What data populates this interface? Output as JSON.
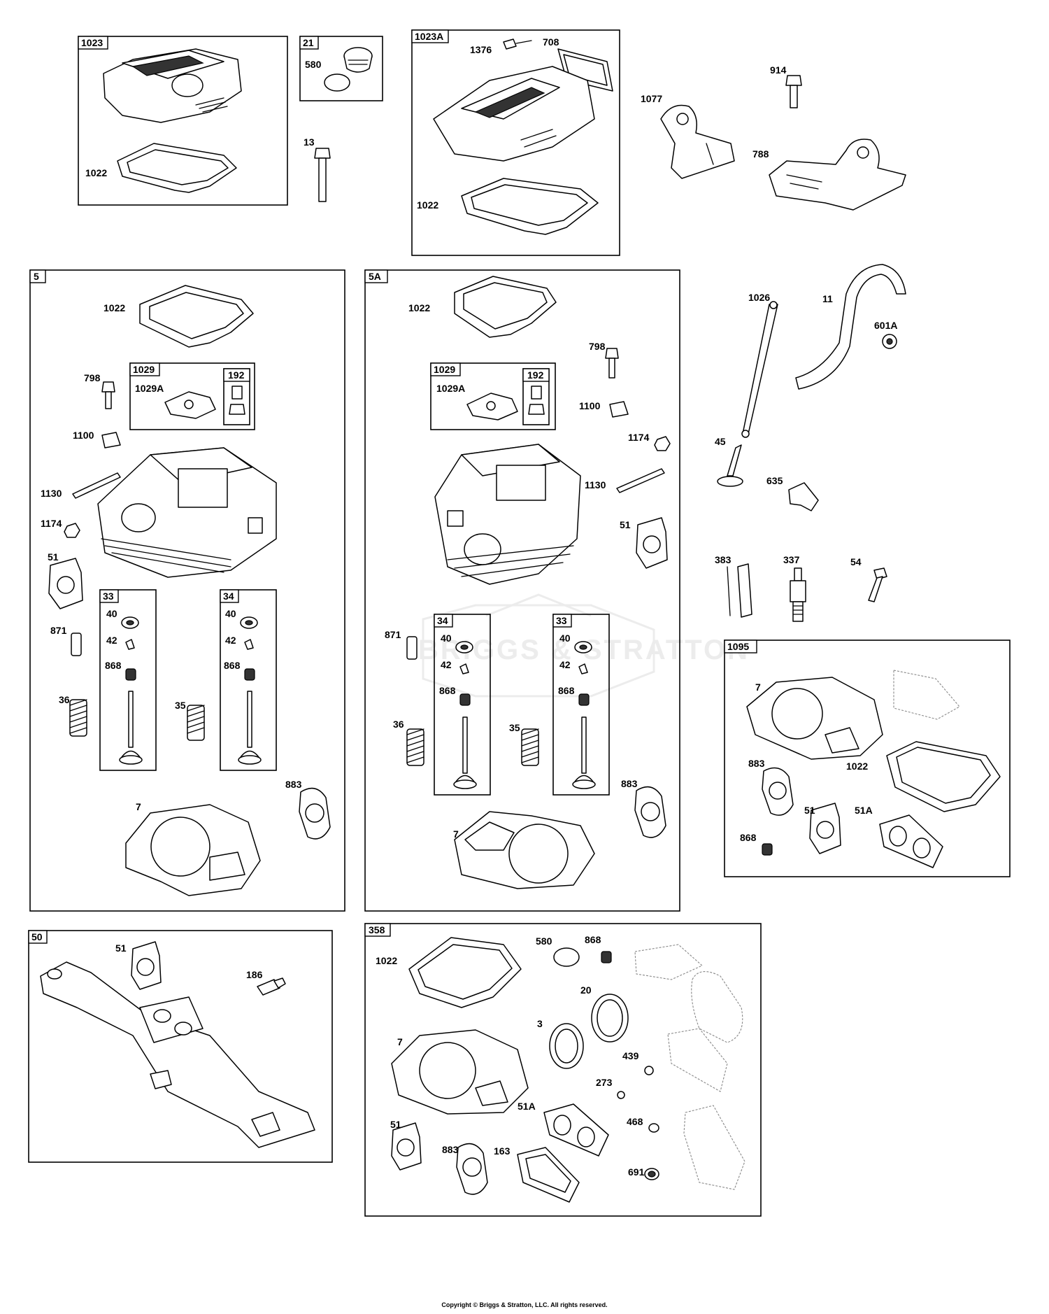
{
  "watermark": "BRIGGS & STRATTON",
  "copyright": "Copyright © Briggs & Stratton, LLC. All rights reserved.",
  "groups": [
    {
      "id": "g1023",
      "tag": "1023",
      "labels": [
        "1022"
      ]
    },
    {
      "id": "g21",
      "tag": "21",
      "labels": [
        "580"
      ]
    },
    {
      "id": "g1023a",
      "tag": "1023A",
      "labels": [
        "1376",
        "708",
        "1022"
      ]
    },
    {
      "id": "g5",
      "tag": "5",
      "labels": [
        "1022",
        "798",
        "1100",
        "1130",
        "1174",
        "51",
        "871",
        "36",
        "35",
        "883",
        "7"
      ]
    },
    {
      "id": "g1029l",
      "tag": "1029",
      "labels": [
        "1029A"
      ]
    },
    {
      "id": "g192l",
      "tag": "192",
      "labels": []
    },
    {
      "id": "g33l",
      "tag": "33",
      "labels": [
        "40",
        "42",
        "868"
      ]
    },
    {
      "id": "g34l",
      "tag": "34",
      "labels": [
        "40",
        "42",
        "868"
      ]
    },
    {
      "id": "g5a",
      "tag": "5A",
      "labels": [
        "1022",
        "798",
        "1100",
        "1174",
        "1130",
        "51",
        "871",
        "36",
        "35",
        "883",
        "7"
      ]
    },
    {
      "id": "g1029r",
      "tag": "1029",
      "labels": [
        "1029A"
      ]
    },
    {
      "id": "g192r",
      "tag": "192",
      "labels": []
    },
    {
      "id": "g34r",
      "tag": "34",
      "labels": [
        "40",
        "42",
        "868"
      ]
    },
    {
      "id": "g33r",
      "tag": "33",
      "labels": [
        "40",
        "42",
        "868"
      ]
    },
    {
      "id": "g1095",
      "tag": "1095",
      "labels": [
        "7",
        "883",
        "1022",
        "51",
        "51A",
        "868"
      ]
    },
    {
      "id": "g50",
      "tag": "50",
      "labels": [
        "51",
        "186"
      ]
    },
    {
      "id": "g358",
      "tag": "358",
      "labels": [
        "1022",
        "580",
        "868",
        "20",
        "3",
        "7",
        "439",
        "273",
        "51A",
        "468",
        "51",
        "883",
        "163",
        "691"
      ]
    }
  ],
  "loose_labels": [
    "13",
    "1077",
    "914",
    "788",
    "1026",
    "11",
    "601A",
    "45",
    "635",
    "383",
    "337",
    "54"
  ]
}
